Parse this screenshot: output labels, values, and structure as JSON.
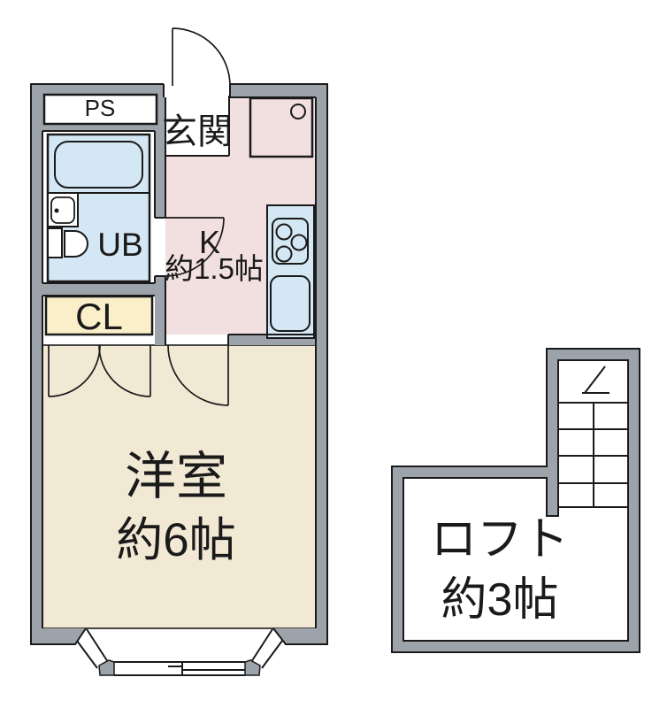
{
  "document": {
    "type": "apartment-floor-plan"
  },
  "colors": {
    "wall": "#9da3ab",
    "line": "#1a1a1a",
    "kitchen_floor": "#f2e0e1",
    "bath": "#d4e7f4",
    "closet": "#fbefca",
    "room_floor": "#f2e9d5",
    "white": "#ffffff"
  },
  "rooms": {
    "pipe_space": {
      "label": "PS"
    },
    "entrance": {
      "label": "玄関"
    },
    "unit_bath": {
      "label": "UB"
    },
    "kitchen": {
      "label": "K",
      "size": "約1.5帖"
    },
    "closet": {
      "label": "CL"
    },
    "main_room": {
      "label": "洋室",
      "size": "約6帖"
    },
    "loft": {
      "label": "ロフト",
      "size": "約3帖"
    }
  }
}
